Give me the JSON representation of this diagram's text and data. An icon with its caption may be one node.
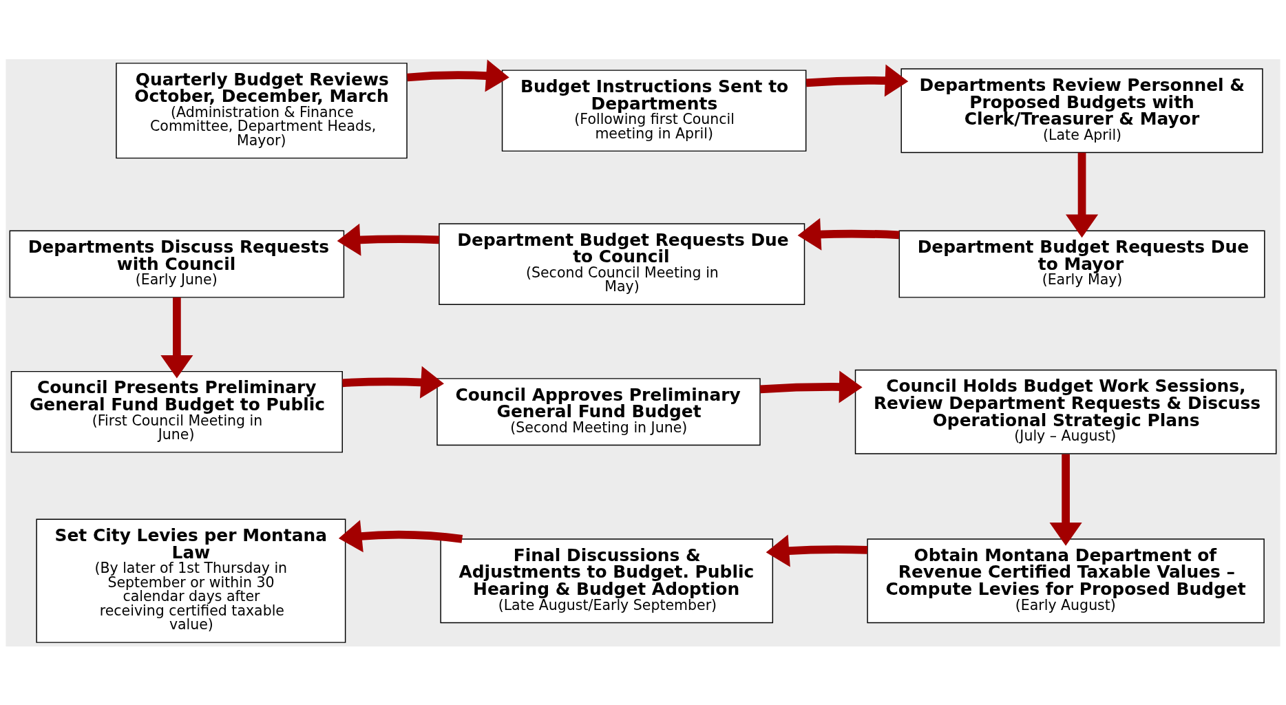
{
  "diagram": {
    "nodes": [
      {
        "text": [
          "Quarterly Budget Reviews October, December, March",
          "(Administration & Finance Committee, Department Heads, Mayor)"
        ]
      },
      {
        "text": [
          "Budget Instructions Sent to Departments",
          "(Following first Council meeting in April)"
        ]
      },
      {
        "text": [
          "Departments Review Personnel & Proposed Budgets with Clerk/Treasurer & Mayor",
          "(Late April)"
        ]
      },
      {
        "text": [
          "Departments Discuss Requests with Council",
          "(Early June)"
        ]
      },
      {
        "text": [
          "Department Budget Requests Due to Council",
          "(Second Council Meeting in May)"
        ]
      },
      {
        "text": [
          "Department Budget Requests Due to Mayor",
          "(Early May)"
        ]
      },
      {
        "text": [
          "Council Presents Preliminary General Fund Budget to Public",
          "(First Council Meeting in June)"
        ]
      },
      {
        "text": [
          "Council Approves Preliminary General Fund Budget",
          "(Second Meeting in June)"
        ]
      },
      {
        "text": [
          "Council Holds Budget Work Sessions, Review Department Requests & Discuss Operational Strategic Plans",
          "(July – August)"
        ]
      },
      {
        "text": [
          "Set City Levies per Montana Law",
          "(By later of 1st Thursday in September or within 30 calendar days after receiving certified taxable value)"
        ]
      },
      {
        "text": [
          "Final Discussions & Adjustments to Budget. Public Hearing & Budget Adoption",
          "(Late August/Early September)"
        ]
      },
      {
        "text": [
          "Obtain Montana Department of Revenue Certified Taxable Values – Compute Levies for Proposed Budget",
          "(Early August)"
        ]
      }
    ],
    "edges": [
      {
        "from": 0,
        "to": 1,
        "arrow": "to"
      },
      {
        "from": 1,
        "to": 2,
        "arrow": "to"
      },
      {
        "from": 2,
        "to": 5,
        "arrow": "to"
      },
      {
        "from": 5,
        "to": 4,
        "arrow": "to"
      },
      {
        "from": 4,
        "to": 3,
        "arrow": "to"
      },
      {
        "from": 3,
        "to": 6,
        "arrow": "to"
      },
      {
        "from": 6,
        "to": 7,
        "arrow": "to"
      },
      {
        "from": 7,
        "to": 8,
        "arrow": "to"
      },
      {
        "from": 8,
        "to": 11,
        "arrow": "to"
      },
      {
        "from": 11,
        "to": 10,
        "arrow": "to"
      },
      {
        "from": 10,
        "to": 9,
        "arrow": "to"
      }
    ]
  }
}
